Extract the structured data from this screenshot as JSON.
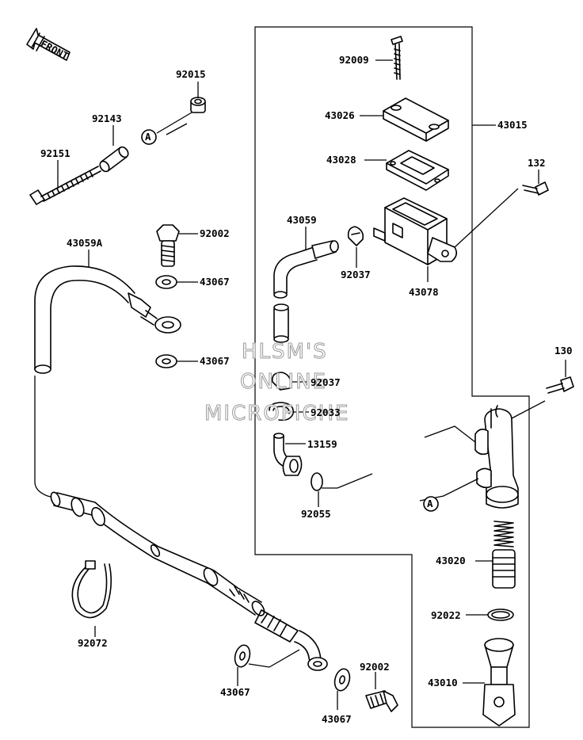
{
  "front_label": "FRONT",
  "watermark": [
    "HLSM'S",
    "ONLINE",
    "MICROFICHE"
  ],
  "callout_letter": "A",
  "parts": {
    "p92015": "92015",
    "p92143": "92143",
    "p92151": "92151",
    "p92002a": "92002",
    "p43059A": "43059A",
    "p43067a": "43067",
    "p43067b": "43067",
    "p92009": "92009",
    "p43026": "43026",
    "p43015": "43015",
    "p43028": "43028",
    "p132": "132",
    "p43059": "43059",
    "p92037a": "92037",
    "p43078": "43078",
    "p130": "130",
    "p92037b": "92037",
    "p92033": "92033",
    "p13159": "13159",
    "p92055": "92055",
    "p43020": "43020",
    "p92022": "92022",
    "p92072": "92072",
    "p92002b": "92002",
    "p43010": "43010",
    "p43067c": "43067",
    "p43067d": "43067"
  }
}
